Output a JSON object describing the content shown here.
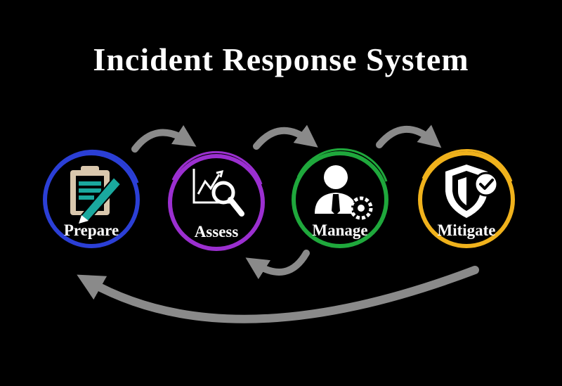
{
  "title": "Incident Response System",
  "colors": {
    "background": "#000000",
    "text": "#ffffff",
    "arrow": "#8a8a8a",
    "prepare_ring": "#2b3fd6",
    "assess_ring": "#9b2fd0",
    "manage_ring": "#1fa83c",
    "mitigate_ring": "#f0b21c",
    "clipboard": "#d9c7ad",
    "clipboard_lines": "#1aa89e"
  },
  "steps": [
    {
      "label": "Prepare",
      "icon": "clipboard-pen-icon"
    },
    {
      "label": "Assess",
      "icon": "chart-magnifier-icon"
    },
    {
      "label": "Manage",
      "icon": "manager-gear-icon"
    },
    {
      "label": "Mitigate",
      "icon": "shield-check-icon"
    }
  ]
}
